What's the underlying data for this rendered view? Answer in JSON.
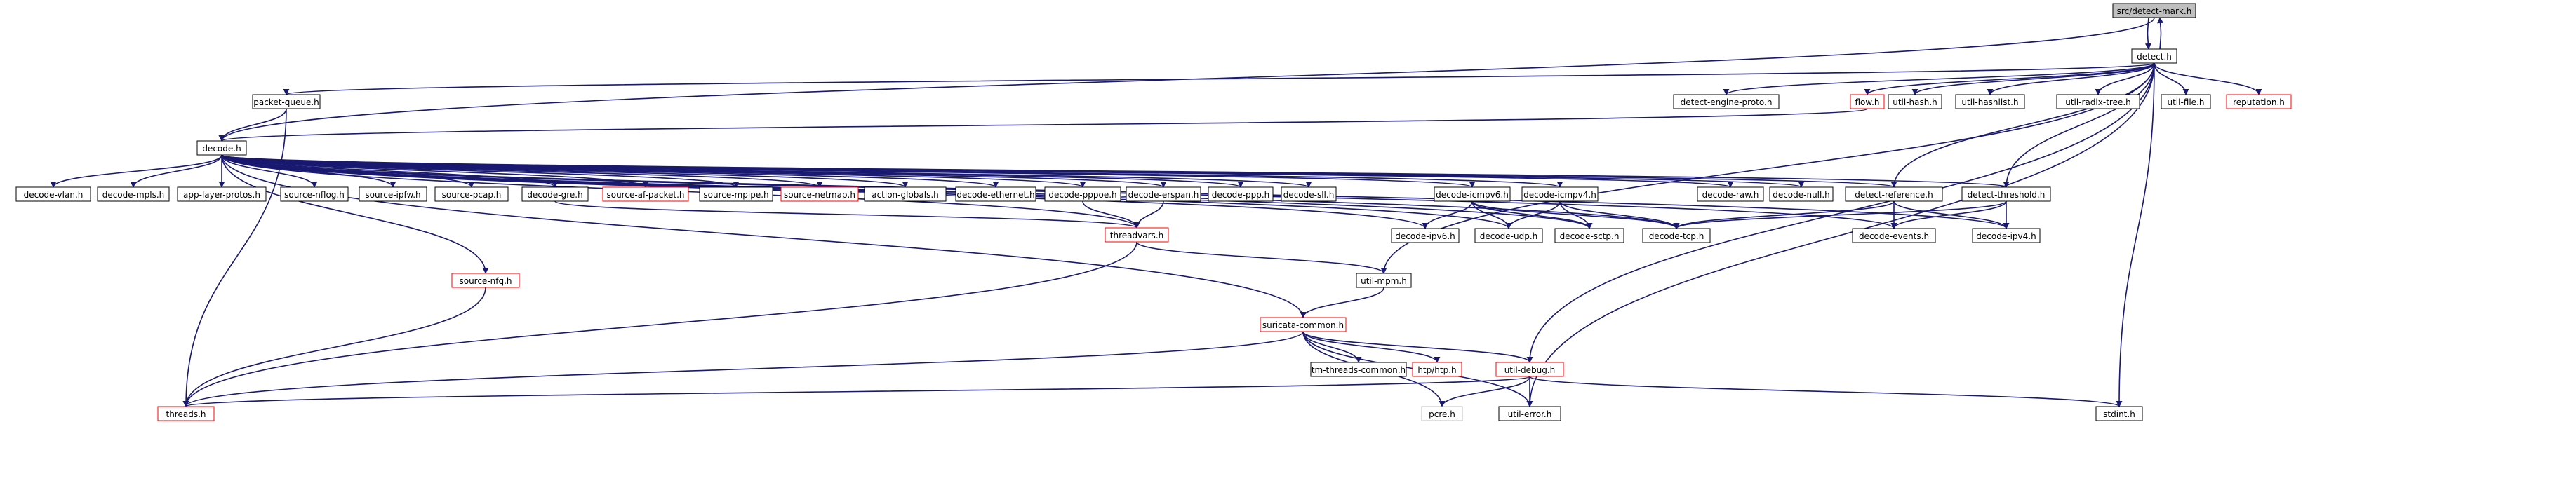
{
  "diagram": {
    "root": "src/detect-mark.h",
    "nodes": [
      {
        "id": "root",
        "label": "src/detect-mark.h",
        "style": "root"
      },
      {
        "id": "detect",
        "label": "detect.h",
        "style": "black"
      },
      {
        "id": "packetqueue",
        "label": "packet-queue.h",
        "style": "black"
      },
      {
        "id": "engineproto",
        "label": "detect-engine-proto.h",
        "style": "black"
      },
      {
        "id": "flow",
        "label": "flow.h",
        "style": "red"
      },
      {
        "id": "utilhash",
        "label": "util-hash.h",
        "style": "black"
      },
      {
        "id": "utilhashlist",
        "label": "util-hashlist.h",
        "style": "black"
      },
      {
        "id": "radix",
        "label": "util-radix-tree.h",
        "style": "black"
      },
      {
        "id": "utilfile",
        "label": "util-file.h",
        "style": "black"
      },
      {
        "id": "reputation",
        "label": "reputation.h",
        "style": "red"
      },
      {
        "id": "decode",
        "label": "decode.h",
        "style": "black"
      },
      {
        "id": "vlan",
        "label": "decode-vlan.h",
        "style": "black"
      },
      {
        "id": "mpls",
        "label": "decode-mpls.h",
        "style": "black"
      },
      {
        "id": "applayer",
        "label": "app-layer-protos.h",
        "style": "black"
      },
      {
        "id": "nflog",
        "label": "source-nflog.h",
        "style": "black"
      },
      {
        "id": "ipfw",
        "label": "source-ipfw.h",
        "style": "black"
      },
      {
        "id": "pcap",
        "label": "source-pcap.h",
        "style": "black"
      },
      {
        "id": "gre",
        "label": "decode-gre.h",
        "style": "black"
      },
      {
        "id": "afpacket",
        "label": "source-af-packet.h",
        "style": "red"
      },
      {
        "id": "mpipe",
        "label": "source-mpipe.h",
        "style": "black"
      },
      {
        "id": "netmap",
        "label": "source-netmap.h",
        "style": "red"
      },
      {
        "id": "actionglobals",
        "label": "action-globals.h",
        "style": "black"
      },
      {
        "id": "ethernet",
        "label": "decode-ethernet.h",
        "style": "black"
      },
      {
        "id": "pppoe",
        "label": "decode-pppoe.h",
        "style": "black"
      },
      {
        "id": "erspan",
        "label": "decode-erspan.h",
        "style": "black"
      },
      {
        "id": "ppp",
        "label": "decode-ppp.h",
        "style": "black"
      },
      {
        "id": "sll",
        "label": "decode-sll.h",
        "style": "black"
      },
      {
        "id": "icmpv6",
        "label": "decode-icmpv6.h",
        "style": "black"
      },
      {
        "id": "icmpv4",
        "label": "decode-icmpv4.h",
        "style": "black"
      },
      {
        "id": "raw",
        "label": "decode-raw.h",
        "style": "black"
      },
      {
        "id": "null",
        "label": "decode-null.h",
        "style": "black"
      },
      {
        "id": "detectref",
        "label": "detect-reference.h",
        "style": "black"
      },
      {
        "id": "threshold",
        "label": "detect-threshold.h",
        "style": "black"
      },
      {
        "id": "nfq",
        "label": "source-nfq.h",
        "style": "red"
      },
      {
        "id": "threadvars",
        "label": "threadvars.h",
        "style": "red"
      },
      {
        "id": "ipv6",
        "label": "decode-ipv6.h",
        "style": "black"
      },
      {
        "id": "udp",
        "label": "decode-udp.h",
        "style": "black"
      },
      {
        "id": "sctp",
        "label": "decode-sctp.h",
        "style": "black"
      },
      {
        "id": "tcp",
        "label": "decode-tcp.h",
        "style": "black"
      },
      {
        "id": "events",
        "label": "decode-events.h",
        "style": "black"
      },
      {
        "id": "ipv4",
        "label": "decode-ipv4.h",
        "style": "black"
      },
      {
        "id": "mpm",
        "label": "util-mpm.h",
        "style": "black"
      },
      {
        "id": "common",
        "label": "suricata-common.h",
        "style": "red"
      },
      {
        "id": "tmthreads",
        "label": "tm-threads-common.h",
        "style": "black"
      },
      {
        "id": "htp",
        "label": "htp/htp.h",
        "style": "red"
      },
      {
        "id": "utildebug",
        "label": "util-debug.h",
        "style": "red"
      },
      {
        "id": "threads",
        "label": "threads.h",
        "style": "red"
      },
      {
        "id": "pcre",
        "label": "pcre.h",
        "style": "gray"
      },
      {
        "id": "utilerror",
        "label": "util-error.h",
        "style": "black"
      },
      {
        "id": "stdint",
        "label": "stdint.h",
        "style": "black"
      }
    ],
    "edges": [
      [
        "root",
        "detect"
      ],
      [
        "detect",
        "root"
      ],
      [
        "root",
        "decode"
      ],
      [
        "detect",
        "packetqueue"
      ],
      [
        "detect",
        "engineproto"
      ],
      [
        "detect",
        "flow"
      ],
      [
        "detect",
        "utilhash"
      ],
      [
        "detect",
        "utilhashlist"
      ],
      [
        "detect",
        "radix"
      ],
      [
        "detect",
        "utilfile"
      ],
      [
        "detect",
        "reputation"
      ],
      [
        "detect",
        "detectref"
      ],
      [
        "detect",
        "threshold"
      ],
      [
        "detect",
        "mpm"
      ],
      [
        "detect",
        "utildebug"
      ],
      [
        "detect",
        "utilerror"
      ],
      [
        "detect",
        "stdint"
      ],
      [
        "packetqueue",
        "decode"
      ],
      [
        "packetqueue",
        "threads"
      ],
      [
        "flow",
        "decode"
      ],
      [
        "decode",
        "vlan"
      ],
      [
        "decode",
        "mpls"
      ],
      [
        "decode",
        "applayer"
      ],
      [
        "decode",
        "nflog"
      ],
      [
        "decode",
        "ipfw"
      ],
      [
        "decode",
        "pcap"
      ],
      [
        "decode",
        "gre"
      ],
      [
        "decode",
        "afpacket"
      ],
      [
        "decode",
        "mpipe"
      ],
      [
        "decode",
        "netmap"
      ],
      [
        "decode",
        "actionglobals"
      ],
      [
        "decode",
        "ethernet"
      ],
      [
        "decode",
        "pppoe"
      ],
      [
        "decode",
        "erspan"
      ],
      [
        "decode",
        "ppp"
      ],
      [
        "decode",
        "sll"
      ],
      [
        "decode",
        "icmpv6"
      ],
      [
        "decode",
        "icmpv4"
      ],
      [
        "decode",
        "raw"
      ],
      [
        "decode",
        "null"
      ],
      [
        "decode",
        "detectref"
      ],
      [
        "decode",
        "threshold"
      ],
      [
        "decode",
        "nfq"
      ],
      [
        "decode",
        "threadvars"
      ],
      [
        "decode",
        "ipv6"
      ],
      [
        "decode",
        "udp"
      ],
      [
        "decode",
        "sctp"
      ],
      [
        "decode",
        "tcp"
      ],
      [
        "decode",
        "events"
      ],
      [
        "decode",
        "ipv4"
      ],
      [
        "decode",
        "common"
      ],
      [
        "gre",
        "threadvars"
      ],
      [
        "pppoe",
        "threadvars"
      ],
      [
        "erspan",
        "threadvars"
      ],
      [
        "icmpv6",
        "ipv6"
      ],
      [
        "icmpv6",
        "udp"
      ],
      [
        "icmpv6",
        "sctp"
      ],
      [
        "icmpv6",
        "tcp"
      ],
      [
        "icmpv4",
        "udp"
      ],
      [
        "icmpv4",
        "sctp"
      ],
      [
        "icmpv4",
        "tcp"
      ],
      [
        "detectref",
        "tcp"
      ],
      [
        "detectref",
        "events"
      ],
      [
        "detectref",
        "ipv4"
      ],
      [
        "threshold",
        "tcp"
      ],
      [
        "threshold",
        "events"
      ],
      [
        "threshold",
        "ipv4"
      ],
      [
        "threadvars",
        "mpm"
      ],
      [
        "threadvars",
        "threads"
      ],
      [
        "nfq",
        "threads"
      ],
      [
        "mpm",
        "common"
      ],
      [
        "common",
        "tmthreads"
      ],
      [
        "common",
        "htp"
      ],
      [
        "common",
        "utildebug"
      ],
      [
        "common",
        "threads"
      ],
      [
        "common",
        "pcre"
      ],
      [
        "common",
        "utilerror"
      ],
      [
        "utildebug",
        "threads"
      ],
      [
        "utildebug",
        "pcre"
      ],
      [
        "utildebug",
        "utilerror"
      ],
      [
        "utildebug",
        "stdint"
      ]
    ]
  }
}
